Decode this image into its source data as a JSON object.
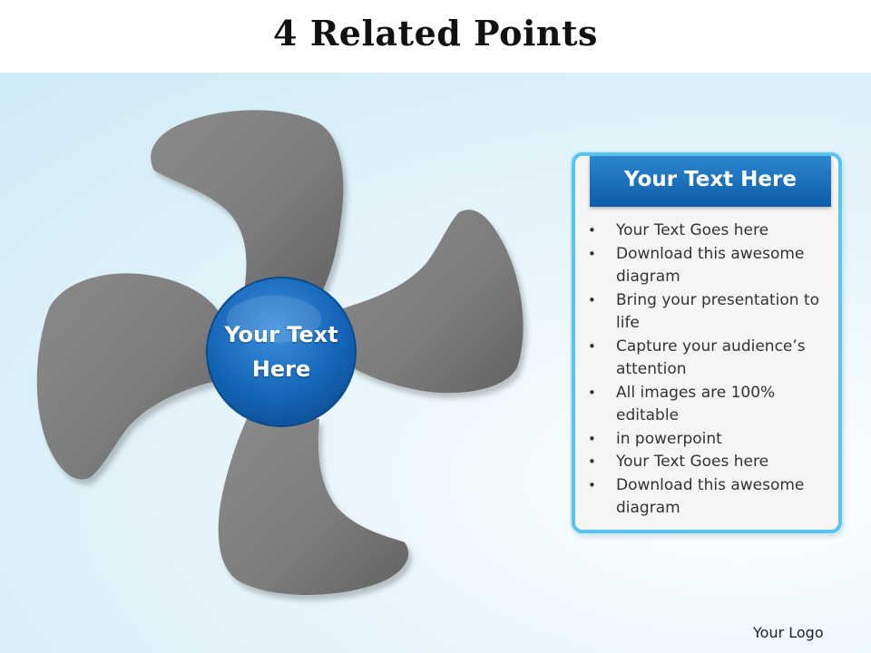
{
  "slide": {
    "title": "4 Related Points"
  },
  "hub": {
    "line1": "Your Text",
    "line2": "Here"
  },
  "panel": {
    "heading": "Your Text Here",
    "items": [
      "Your Text Goes here",
      "Download this awesome diagram",
      "Bring your presentation to life",
      "Capture your audience’s attention",
      "All images are 100% editable",
      "in powerpoint",
      "Your Text Goes here",
      "Download this awesome diagram"
    ]
  },
  "footer": {
    "logo": "Your Logo"
  },
  "colors": {
    "blade": "#808080",
    "hub": "#1a6fc2",
    "panel_border": "#5cc4ec",
    "header": "#1e73c0"
  }
}
